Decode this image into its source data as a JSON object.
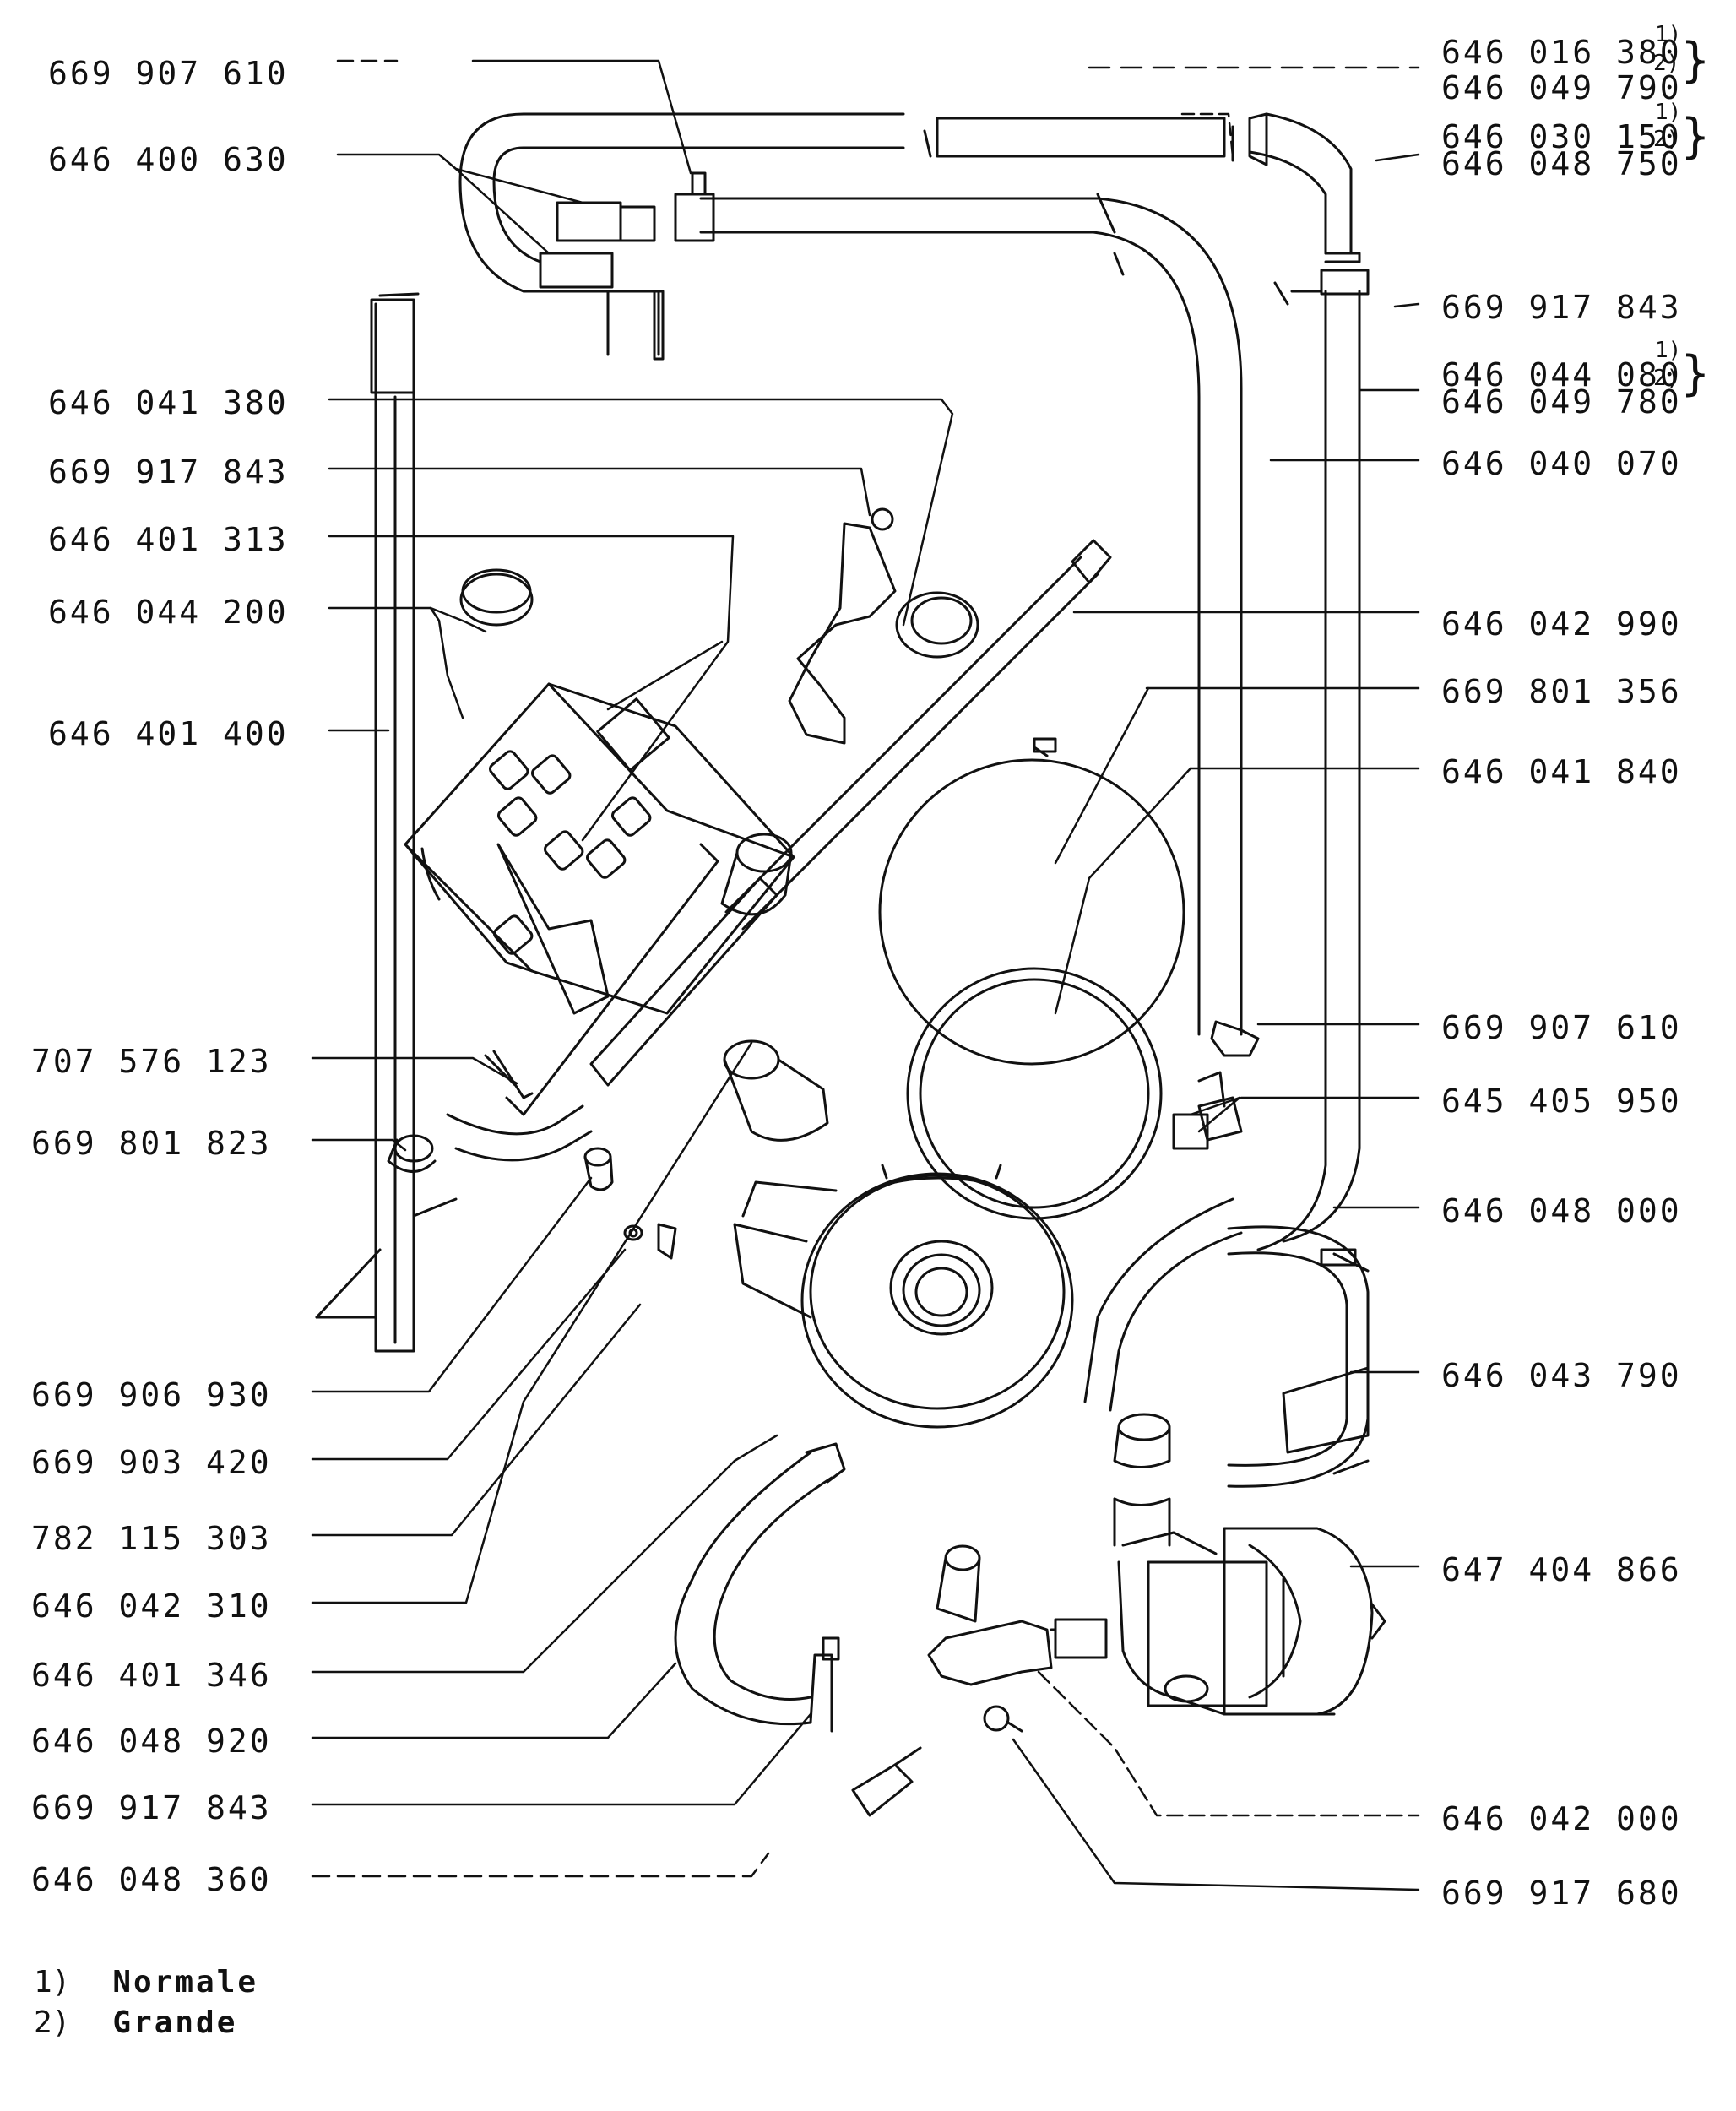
{
  "labels_left": [
    "669 907 610",
    "646 400 630",
    "646 041 380",
    "669 917 843",
    "646 401 313",
    "646 044 200",
    "646 401 400",
    "707 576 123",
    "669 801 823",
    "669 906 930",
    "669 903 420",
    "782 115 303",
    "646 042 310",
    "646 401 346",
    "646 048 920",
    "669 917 843",
    "646 048 360"
  ],
  "labels_right": [
    "646 016 380",
    "646 049 790",
    "646 030 150",
    "646 048 750",
    "669 917 843",
    "646 044 080",
    "646 049 780",
    "646 040 070",
    "646 042 990",
    "669 801 356",
    "646 041 840",
    "669 907 610",
    "645 405 950",
    "646 048 000",
    "646 043 790",
    "647 404 866",
    "646 042 000",
    "669 917 680"
  ],
  "variant_marks": [
    "1)",
    "2)"
  ],
  "legend": [
    {
      "mark": "1)",
      "text": "Normale"
    },
    {
      "mark": "2)",
      "text": "Grande"
    }
  ]
}
